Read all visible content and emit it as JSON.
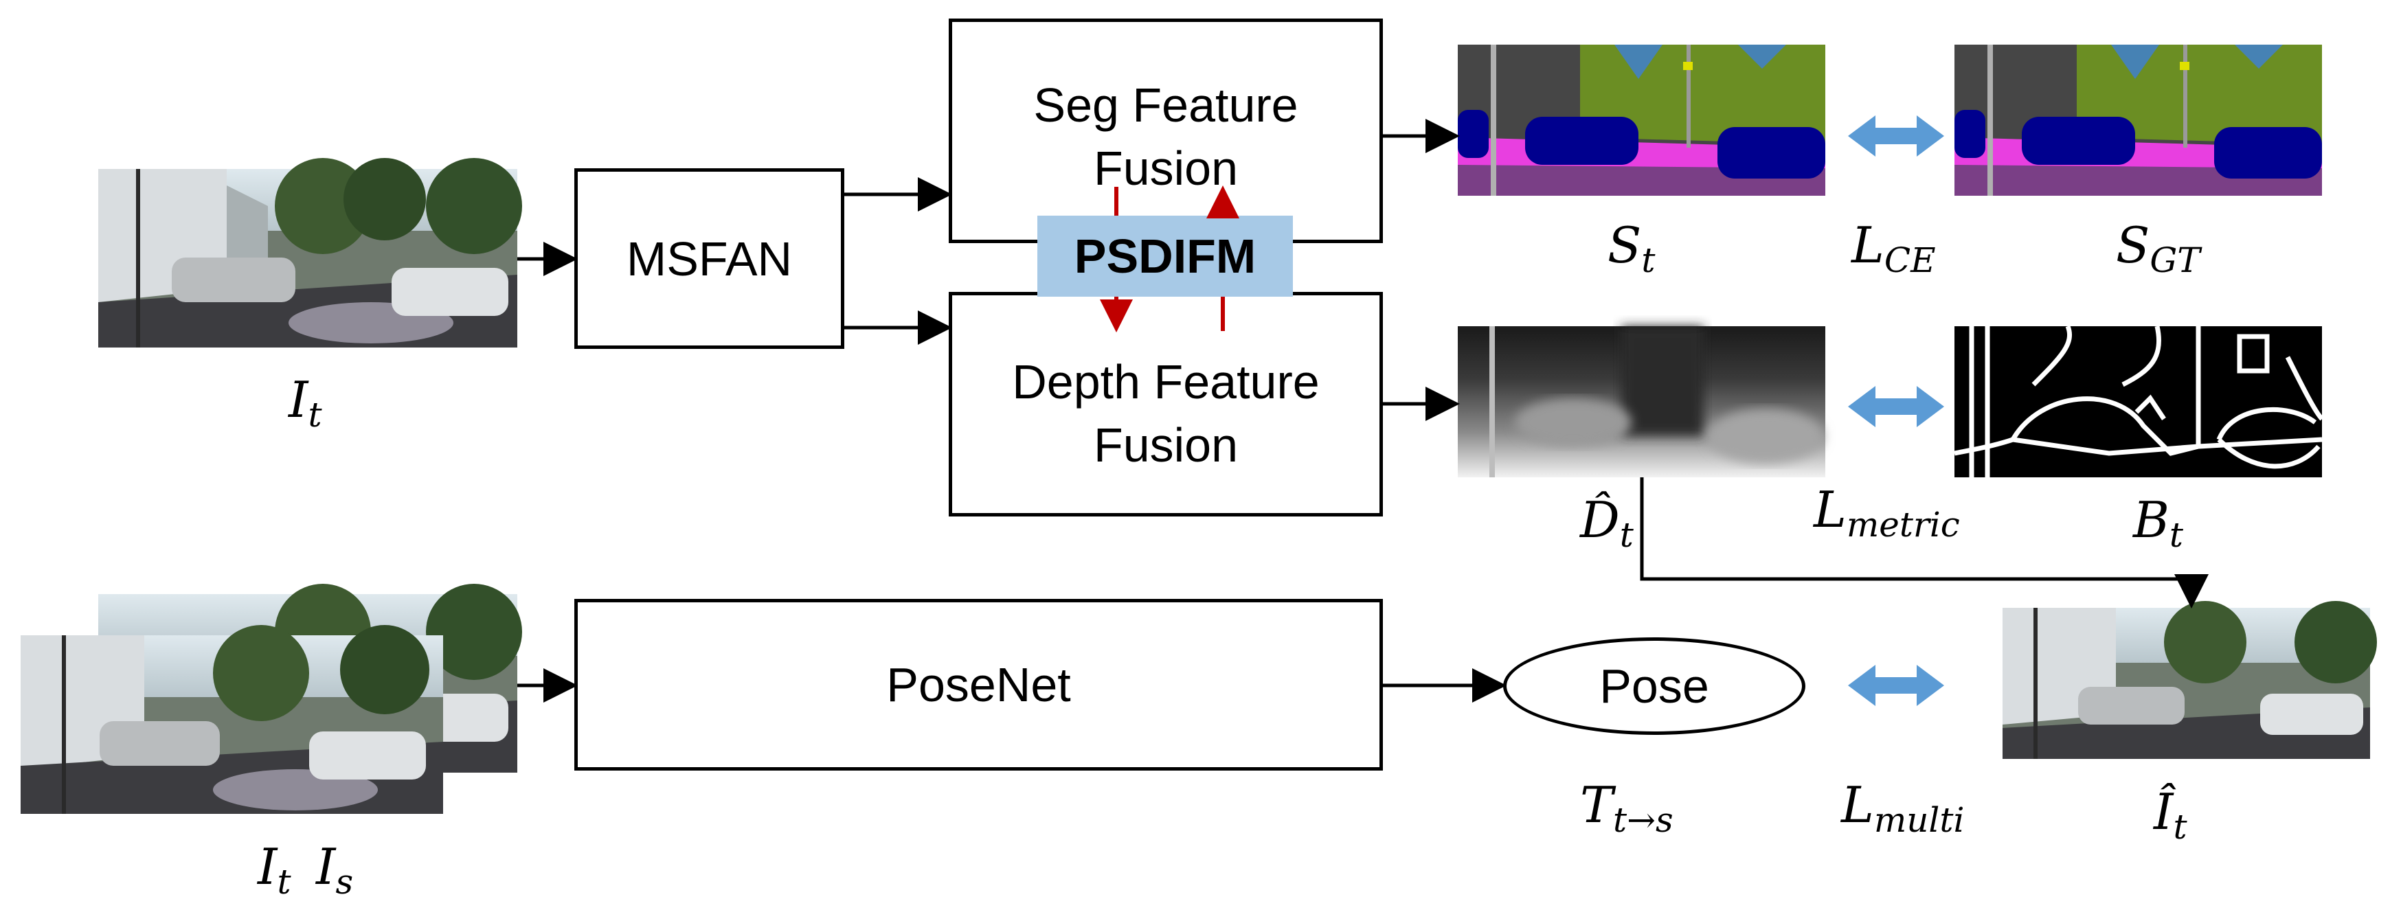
{
  "modules": {
    "msfan": "MSFAN",
    "seg_fusion": [
      "Seg Feature",
      "Fusion"
    ],
    "depth_fusion": [
      "Depth Feature",
      "Fusion"
    ],
    "psdifm": "PSDIFM",
    "posenet": "PoseNet",
    "pose": "Pose"
  },
  "labels": {
    "input_it": {
      "base": "I",
      "sub": "t"
    },
    "pair_it": {
      "base": "I",
      "sub": "t"
    },
    "pair_is": {
      "base": "I",
      "sub": "s"
    },
    "seg_out": {
      "base": "S",
      "sub": "t"
    },
    "seg_gt": {
      "base": "S",
      "sub": "GT"
    },
    "loss_ce": {
      "base": "L",
      "sub": "CE"
    },
    "depth_out": {
      "base": "D̂",
      "sub": "t"
    },
    "loss_metric": {
      "base": "L",
      "sub": "metric"
    },
    "boundary": {
      "base": "B",
      "sub": "t"
    },
    "pose_out": {
      "base": "T",
      "sub": "t→s"
    },
    "loss_multi": {
      "base": "L",
      "sub": "multi"
    },
    "recon": {
      "base": "Î",
      "sub": "t"
    }
  },
  "colors": {
    "psdifm_fill": "#a7c9e6",
    "loss_arrow": "#5b9bd5",
    "interaction_arrow": "#c00000",
    "seg_road": "#7a3f86",
    "seg_sidewalk": "#e83fe0",
    "seg_car": "#00008e",
    "seg_vegetation": "#6b8e23",
    "seg_sky": "#4682b4",
    "seg_building": "#464646"
  }
}
